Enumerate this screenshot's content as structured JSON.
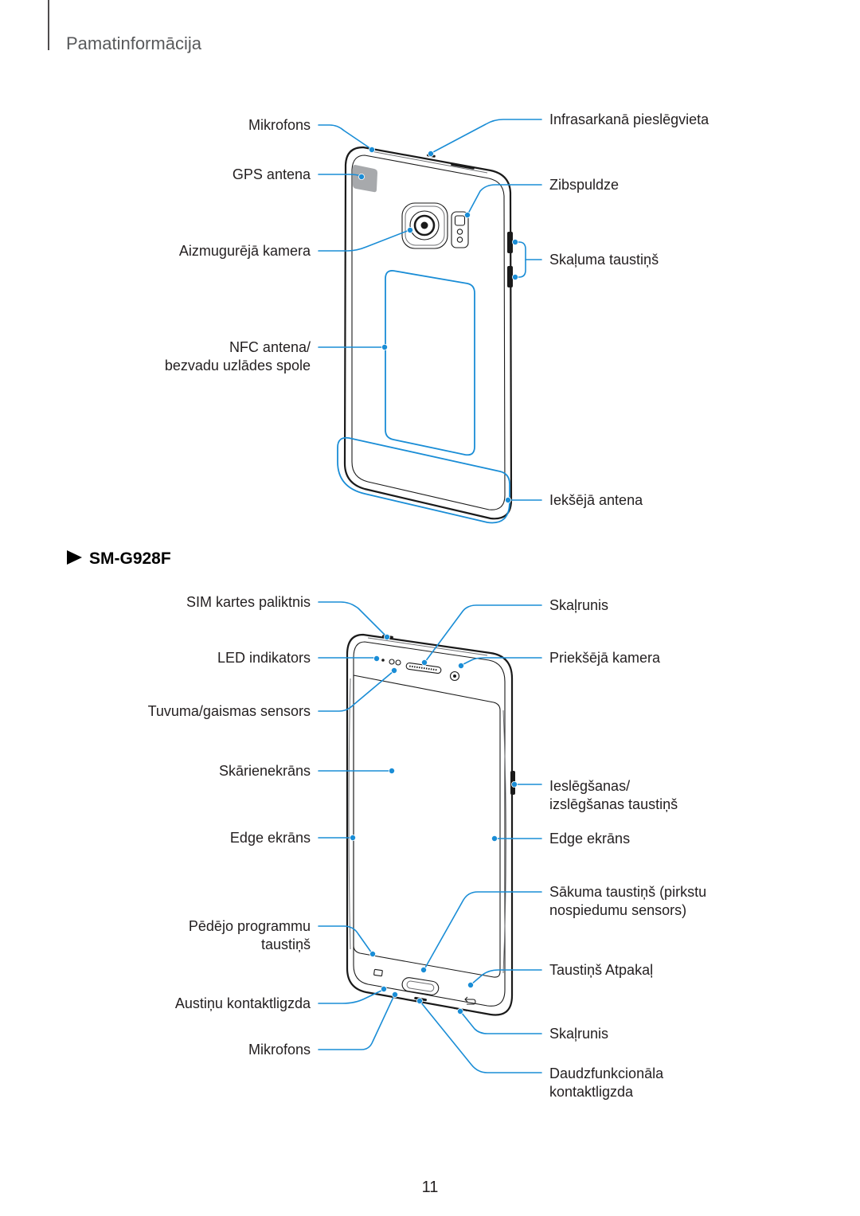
{
  "header": {
    "title": "Pamatinformācija"
  },
  "back_view": {
    "labels": {
      "microphone": [
        "Mikrofons"
      ],
      "gps_antenna": [
        "GPS antena"
      ],
      "rear_camera": [
        "Aizmugurējā kamera"
      ],
      "nfc_coil": [
        "NFC antena/",
        "bezvadu uzlādes spole"
      ],
      "ir_blaster": [
        "Infrasarkanā pieslēgvieta"
      ],
      "flash": [
        "Zibspuldze"
      ],
      "volume_keys": [
        "Skaļuma taustiņš"
      ],
      "internal_antenna": [
        "Iekšējā antena"
      ]
    }
  },
  "section": {
    "marker_icon": "triangle-right-icon",
    "title": "SM-G928F"
  },
  "front_view": {
    "labels": {
      "sim_tray": [
        "SIM kartes paliktnis"
      ],
      "led_indicator": [
        "LED indikators"
      ],
      "proximity_light_sensor": [
        "Tuvuma/gaismas sensors"
      ],
      "touchscreen": [
        "Skārienekrāns"
      ],
      "edge_screen_left": [
        "Edge ekrāns"
      ],
      "recent_apps_key": [
        "Pēdējo programmu",
        "taustiņš"
      ],
      "earphone_jack": [
        "Austiņu kontaktligzda"
      ],
      "microphone": [
        "Mikrofons"
      ],
      "earpiece_speaker": [
        "Skaļrunis"
      ],
      "front_camera": [
        "Priekšējā kamera"
      ],
      "power_key": [
        "Ieslēgšanas/",
        "izslēgšanas taustiņš"
      ],
      "edge_screen_right": [
        "Edge ekrāns"
      ],
      "home_key": [
        "Sākuma taustiņš (pirkstu",
        "nospiedumu sensors)"
      ],
      "back_key": [
        "Taustiņš Atpakaļ"
      ],
      "speaker": [
        "Skaļrunis"
      ],
      "multipurpose_jack": [
        "Daudzfunkcionāla",
        "kontaktligzda"
      ]
    }
  },
  "page_number": "11",
  "colors": {
    "callout": "#1a8dd6",
    "text": "#231f20",
    "header": "#58595b",
    "outline": "#1a1a1a",
    "gps_area": "#a7a9ac"
  }
}
